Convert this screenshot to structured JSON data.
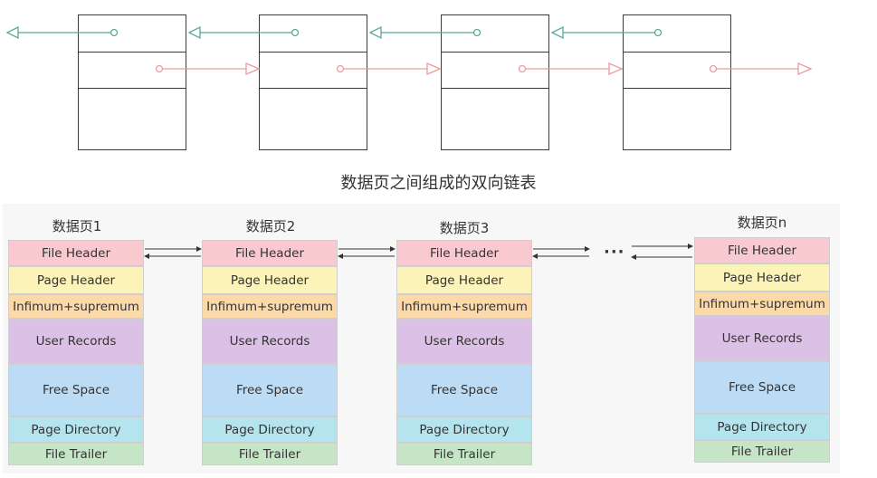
{
  "top_diagram": {
    "caption": "数据页之间组成的双向链表",
    "colors": {
      "prev_link": "#5ba99b",
      "next_link": "#ef9a9a",
      "border": "#3a3a3a"
    }
  },
  "pages": [
    {
      "title": "数据页1"
    },
    {
      "title": "数据页2"
    },
    {
      "title": "数据页3"
    },
    {
      "title": "数据页n"
    }
  ],
  "page_sections": {
    "file_header": "File Header",
    "page_header": "Page Header",
    "infimum": "Infimum+supremum",
    "user_records": "User Records",
    "free_space": "Free Space",
    "page_directory": "Page Directory",
    "file_trailer": "File Trailer"
  },
  "ellipsis": "···",
  "colors": {
    "file_header": "#f9c9d0",
    "page_header": "#fbf3b8",
    "infimum": "#fbd9a9",
    "user_records": "#dcc1e6",
    "free_space": "#bcdcf6",
    "page_directory": "#b4e4ee",
    "file_trailer": "#c6e5c6"
  }
}
